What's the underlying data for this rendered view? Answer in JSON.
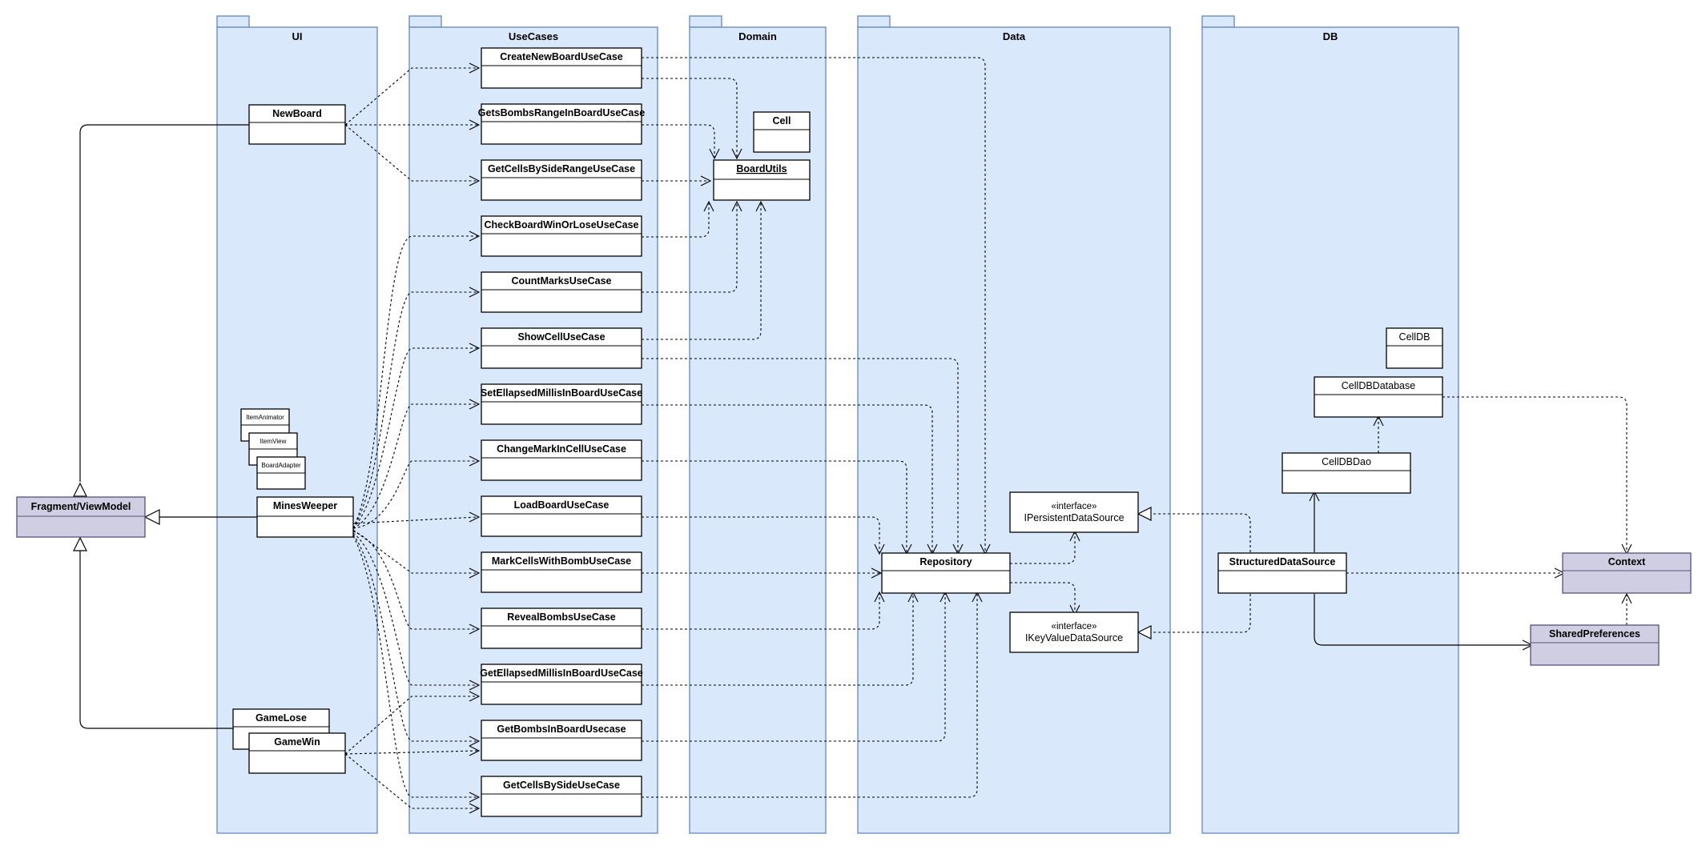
{
  "packages": [
    {
      "id": "ui",
      "title": "UI"
    },
    {
      "id": "usecases",
      "title": "UseCases"
    },
    {
      "id": "domain",
      "title": "Domain"
    },
    {
      "id": "data",
      "title": "Data"
    },
    {
      "id": "db",
      "title": "DB"
    }
  ],
  "classes": [
    {
      "id": "fragment",
      "name": "Fragment/ViewModel",
      "external": true
    },
    {
      "id": "newboard",
      "name": "NewBoard"
    },
    {
      "id": "itemanimator",
      "name": "ItemAnimator"
    },
    {
      "id": "itemview",
      "name": "ItemView"
    },
    {
      "id": "boardadapter",
      "name": "BoardAdapter"
    },
    {
      "id": "minesweeper",
      "name": "MinesWeeper"
    },
    {
      "id": "gamelose",
      "name": "GameLose"
    },
    {
      "id": "gamewin",
      "name": "GameWin"
    },
    {
      "id": "uc_create",
      "name": "CreateNewBoardUseCase"
    },
    {
      "id": "uc_getsbombs",
      "name": "GetsBombsRangeInBoardUseCase"
    },
    {
      "id": "uc_getcellsrange",
      "name": "GetCellsBySideRangeUseCase"
    },
    {
      "id": "uc_check",
      "name": "CheckBoardWinOrLoseUseCase"
    },
    {
      "id": "uc_count",
      "name": "CountMarksUseCase"
    },
    {
      "id": "uc_show",
      "name": "ShowCellUseCase"
    },
    {
      "id": "uc_setelapsed",
      "name": "SetEllapsedMillisInBoardUseCase"
    },
    {
      "id": "uc_changemark",
      "name": "ChangeMarkInCellUseCase"
    },
    {
      "id": "uc_load",
      "name": "LoadBoardUseCase"
    },
    {
      "id": "uc_markbomb",
      "name": "MarkCellsWithBombUseCase"
    },
    {
      "id": "uc_reveal",
      "name": "RevealBombsUseCase"
    },
    {
      "id": "uc_getelapsed",
      "name": "GetEllapsedMillisInBoardUseCase"
    },
    {
      "id": "uc_getbombs",
      "name": "GetBombsInBoardUsecase"
    },
    {
      "id": "uc_getcellsside",
      "name": "GetCellsBySideUseCase"
    },
    {
      "id": "cell",
      "name": "Cell"
    },
    {
      "id": "boardutils",
      "name": "BoardUtils"
    },
    {
      "id": "repository",
      "name": "Repository"
    },
    {
      "id": "ipersistent",
      "name": "IPersistentDataSource",
      "stereotype": "«interface»"
    },
    {
      "id": "ikeyvalue",
      "name": "IKeyValueDataSource",
      "stereotype": "«interface»"
    },
    {
      "id": "celldb",
      "name": "CellDB"
    },
    {
      "id": "celldbdatabase",
      "name": "CellDBDatabase"
    },
    {
      "id": "celldbdao",
      "name": "CellDBDao"
    },
    {
      "id": "structured",
      "name": "StructuredDataSource"
    },
    {
      "id": "context",
      "name": "Context",
      "external": true
    },
    {
      "id": "sharedprefs",
      "name": "SharedPreferences",
      "external": true
    }
  ],
  "colors": {
    "package_fill": "#dae8fc",
    "package_border": "#6c8ebf",
    "external_fill": "#d0cee2",
    "external_border": "#56517e",
    "class_fill": "#ffffff"
  }
}
